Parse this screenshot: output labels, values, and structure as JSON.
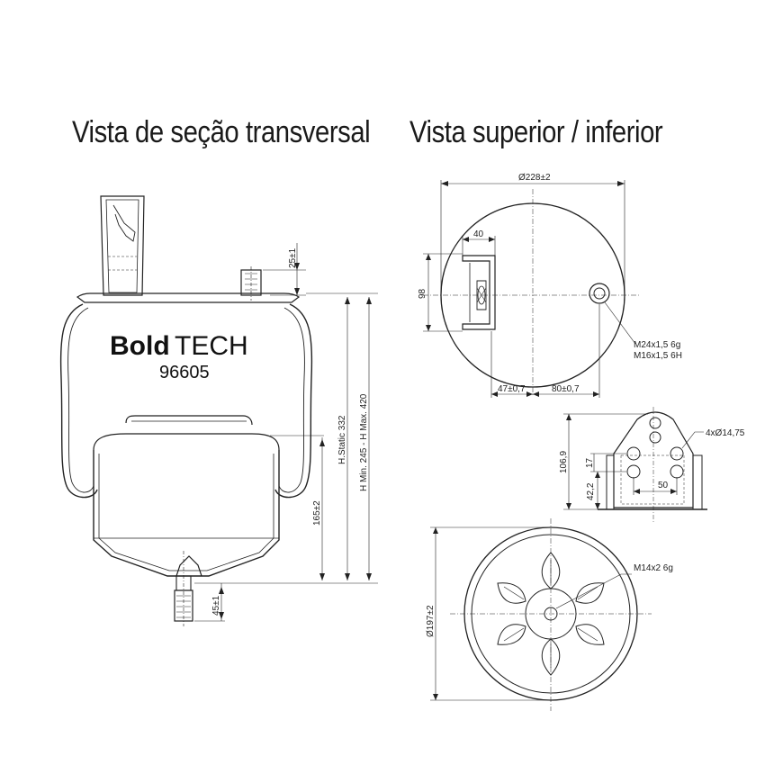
{
  "titles": {
    "section_view": "Vista de seção transversal",
    "top_bottom_view": "Vista superior / inferior"
  },
  "brand": {
    "bold": "Bold",
    "light": "TECH",
    "model": "96605"
  },
  "dimensions": {
    "top_bolt_height": "25±1",
    "h_static": "H.Static 332",
    "h_min_max": "H Min. 245 - H Max. 420",
    "piston_height": "165±2",
    "bottom_stud": "45±1",
    "top_diameter": "Ø228±2",
    "bracket_width": "40",
    "bracket_height": "98",
    "thread_1": "M24x1,5 6g",
    "thread_2": "M16x1,5 6H",
    "offset_1": "47±0,7",
    "offset_2": "80±0,7",
    "holes": "4xØ14,75",
    "flange_height": "106,9",
    "hole_spacing_v": "17",
    "hole_offset": "42,2",
    "hole_spacing_h": "50",
    "bottom_thread": "M14x2 6g",
    "bottom_diameter": "Ø197±2"
  },
  "colors": {
    "line": "#222222",
    "text": "#1a1a1a"
  }
}
